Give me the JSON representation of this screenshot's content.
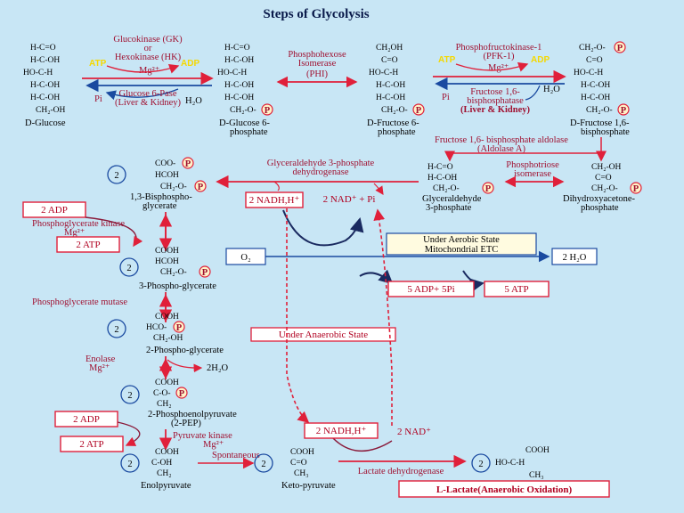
{
  "title": "Steps of Glycolysis",
  "colors": {
    "background": "#c8e6f5",
    "enzyme": "#a01030",
    "arrow_red": "#e0203a",
    "arrow_blue": "#1a4aa0",
    "atp_yellow": "#f5d800",
    "box_border_red": "#e0203a",
    "box_border_blue": "#1a4aa0"
  },
  "phosphate_symbol": "P",
  "molecules": {
    "glucose": {
      "lines": [
        "H-C=O",
        "H-C-OH",
        "HO-C-H",
        "H-C-OH",
        "H-C-OH",
        "CH₂-OH"
      ],
      "name": "D-Glucose"
    },
    "g6p": {
      "lines": [
        "H-C=O",
        "H-C-OH",
        "HO-C-H",
        "H-C-OH",
        "H-C-OH",
        "CH₂-O-"
      ],
      "name1": "D-Glucose 6-",
      "name2": "phosphate"
    },
    "f6p": {
      "lines": [
        "CH₂OH",
        "C=O",
        "HO-C-H",
        "H-C-OH",
        "H-C-OH",
        "CH₂-O-"
      ],
      "name1": "D-Fructose 6-",
      "name2": "phosphate"
    },
    "f16bp": {
      "lines": [
        "CH₂-O-",
        "C=O",
        "HO-C-H",
        "H-C-OH",
        "H-C-OH",
        "CH₂-O-"
      ],
      "name1": "D-Fructose 1,6-",
      "name2": "bisphosphate"
    },
    "gap": {
      "lines": [
        "H-C=O",
        "H-C-OH",
        "CH₂-O-"
      ],
      "name1": "Glyceraldehyde",
      "name2": "3-phosphate"
    },
    "dhap": {
      "lines": [
        "CH₂-OH",
        "C=O",
        "CH₂-O-"
      ],
      "name1": "Dihydroxyacetone-",
      "name2": "phosphate"
    },
    "bpg": {
      "lines": [
        "COO-",
        "HCOH",
        "CH₂-O-"
      ],
      "name1": "1,3-Bisphospho-",
      "name2": "glycerate"
    },
    "pg3": {
      "lines": [
        "COOH",
        "HCOH",
        "CH₂-O-"
      ],
      "name": "3-Phospho-glycerate"
    },
    "pg2": {
      "lines": [
        "COOH",
        "HCO-",
        "CH₂-OH"
      ],
      "name": "2-Phospho-glycerate"
    },
    "pep": {
      "lines": [
        "COOH",
        "C-O-",
        "CH₂"
      ],
      "name1": "2-Phosphoenolpyruvate",
      "name2": "(2-PEP)"
    },
    "enolpyr": {
      "lines": [
        "COOH",
        "C-OH",
        "CH₂"
      ],
      "name": "Enolpyruvate"
    },
    "ketopyr": {
      "lines": [
        "COOH",
        "C=O",
        "CH₃"
      ],
      "name": "Keto-pyruvate"
    },
    "lactate": {
      "lines": [
        "COOH",
        "HO-C-H",
        "CH₃"
      ]
    }
  },
  "enzymes": {
    "gk": [
      "Glucokinase (GK)",
      "or",
      "Hexokinase (HK)"
    ],
    "mg": "Mg²⁺",
    "g6pase": [
      "Glucose 6-Pase",
      "(Liver & Kidney)"
    ],
    "phi": [
      "Phosphohexose",
      "Isomerase",
      "(PHI)"
    ],
    "pfk": [
      "Phosphofructokinase-1",
      "(PFK-1)"
    ],
    "f16bpase": [
      "Fructose 1,6-",
      "bisphosphatase",
      "(Liver & Kidney)"
    ],
    "aldolase": [
      "Fructose 1,6- bisphosphate aldolase",
      "(Aldolase A)"
    ],
    "gapdh": [
      "Glyceraldehyde 3-phosphate",
      "dehydrogenase"
    ],
    "tpi": [
      "Phosphotriose",
      "isomerase"
    ],
    "pgk": "Phosphoglycerate kinase",
    "mg2": "Mg²⁺",
    "pgm": "Phosphoglycerate mutase",
    "enolase": "Enolase",
    "mg3": "Mg²⁺",
    "pk": "Pyruvate kinase",
    "mg4": "Mg²⁺",
    "spont": "Spontaneous",
    "ldh": "Lactate dehydrogenase"
  },
  "cofactors": {
    "atp": "ATP",
    "adp": "ADP",
    "pi": "Pi",
    "h2o": "H₂O",
    "h2o2": "2H₂O",
    "two": "2",
    "nadh_top": "2 NADH,H⁺",
    "nad_top": "2 NAD⁺ + Pi",
    "nadh_bot": "2 NADH,H⁺",
    "nad_bot": "2 NAD⁺",
    "adp2_a": "2 ADP",
    "atp2_a": "2 ATP",
    "adp2_b": "2 ADP",
    "atp2_b": "2 ATP",
    "o2": "O₂",
    "h2o_out": "2 H₂O",
    "adp5": "5 ADP+ 5Pi",
    "atp5": "5 ATP"
  },
  "states": {
    "aerobic1": "Under Aerobic State",
    "aerobic2": "Mitochondrial ETC",
    "anaerobic": "Under Anaerobic State",
    "lactate": "L-Lactate(Anaerobic Oxidation)"
  }
}
